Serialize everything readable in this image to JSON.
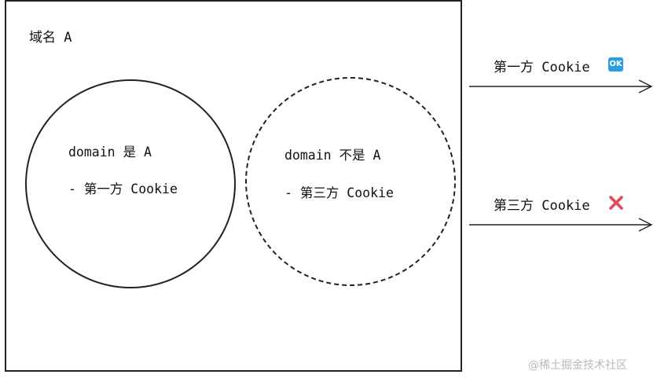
{
  "domain_box": {
    "title": "域名 A"
  },
  "first_party_circle": {
    "line1": "domain 是 A",
    "line2": "- 第一方 Cookie"
  },
  "third_party_circle": {
    "line1": "domain 不是 A",
    "line2": "- 第三方 Cookie"
  },
  "flows": [
    {
      "label": "第一方 Cookie",
      "status_icon": "ok-icon",
      "status_text": "OK",
      "status_color": "#2b9ee3"
    },
    {
      "label": "第三方 Cookie",
      "status_icon": "cross-icon",
      "status_color": "#e8455a"
    }
  ],
  "watermark": "@稀土掘金技术社区"
}
